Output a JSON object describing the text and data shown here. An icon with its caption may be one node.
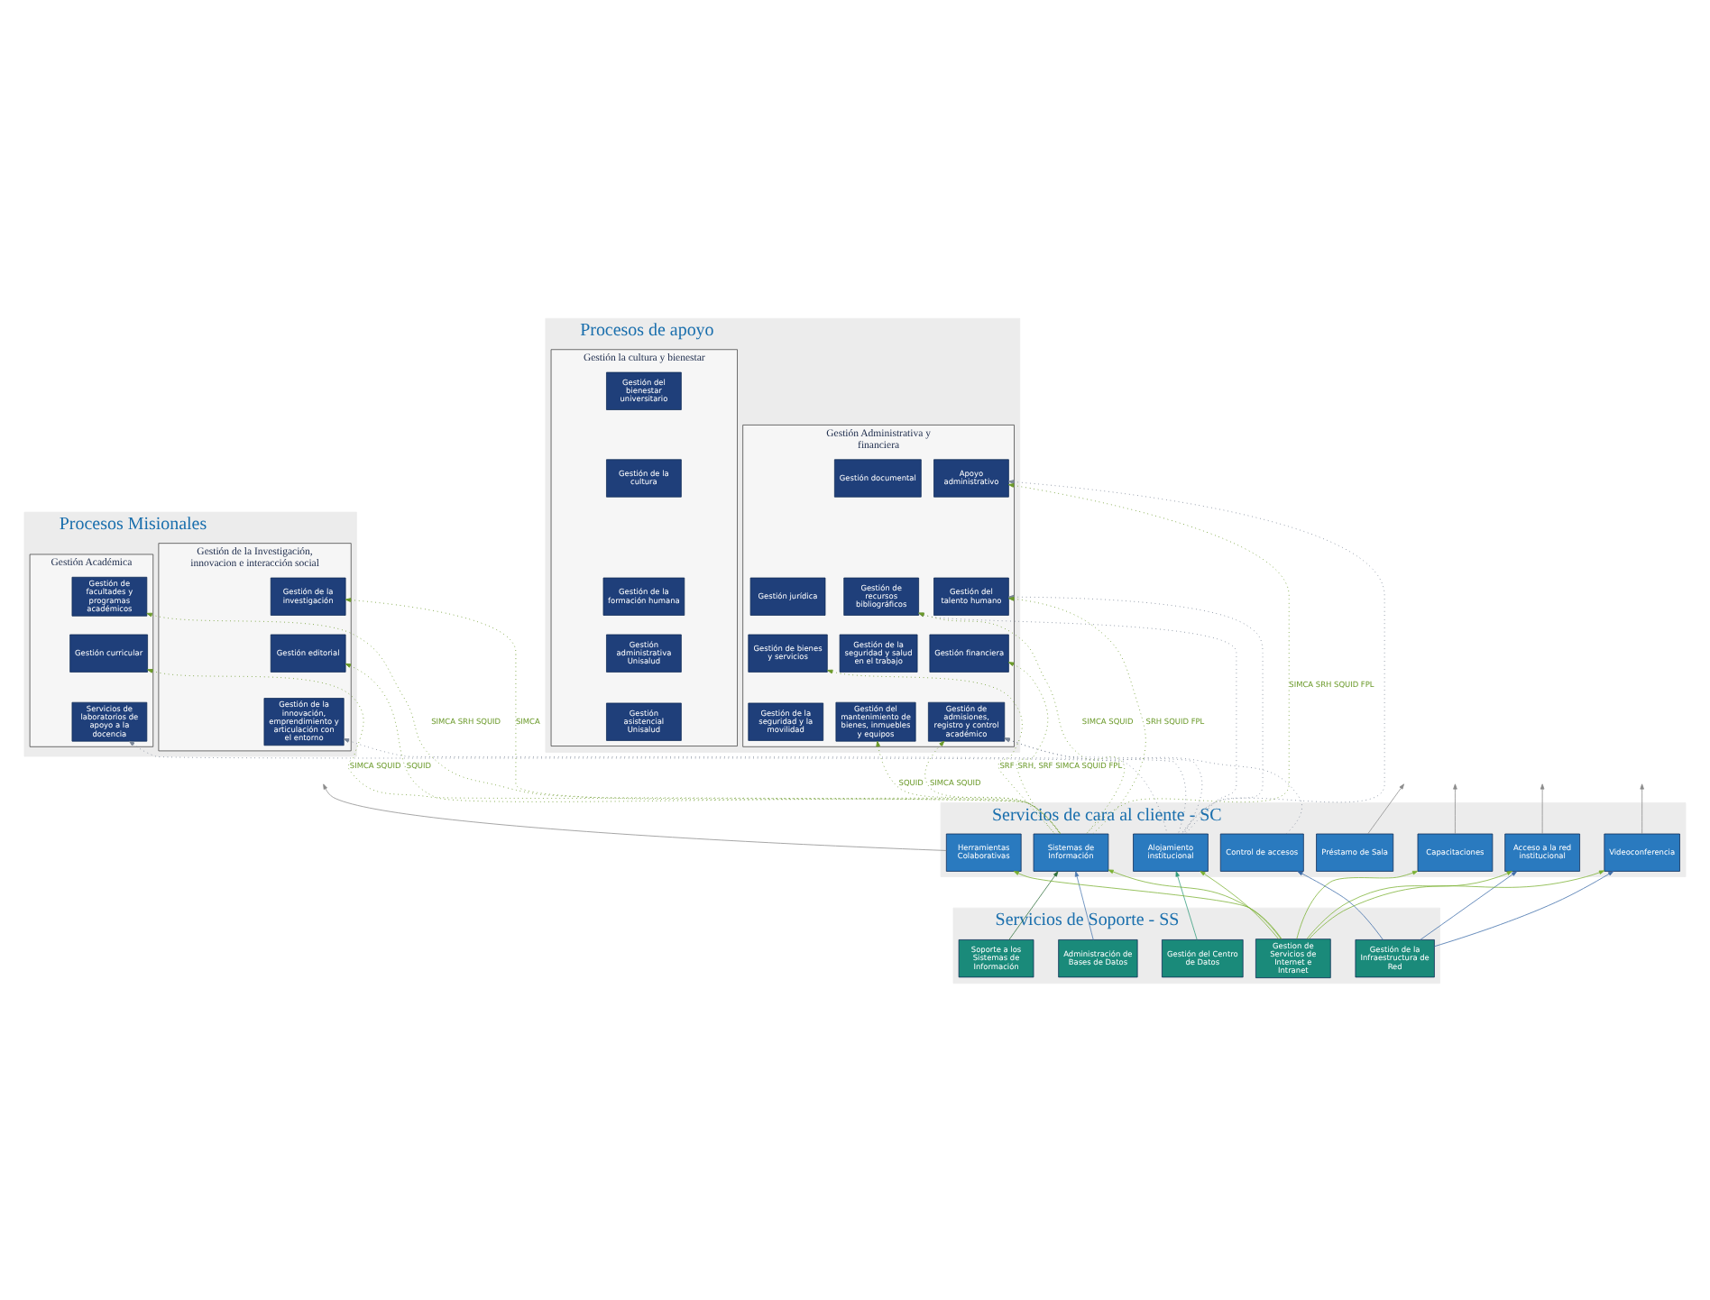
{
  "diagram": {
    "nodes": [
      {
        "text": [
          "Procesos Misionales"
        ]
      },
      {
        "text": [
          "Gestión Académica"
        ],
        "in": 0
      },
      {
        "text": [
          "Gestión de facultades y programas académicos"
        ],
        "in": 1
      },
      {
        "text": [
          "Gestión curricular"
        ],
        "in": 1
      },
      {
        "text": [
          "Servicios de laboratorios de apoyo a la docencia"
        ],
        "in": 1
      },
      {
        "text": [
          "Gestión de la Investigación, innovacion e interacción social"
        ],
        "in": 0
      },
      {
        "text": [
          "Gestión de la investigación"
        ],
        "in": 5
      },
      {
        "text": [
          "Gestión editorial"
        ],
        "in": 5
      },
      {
        "text": [
          "Gestión de la innovación, emprendimiento y articulación con el entorno"
        ],
        "in": 5
      },
      {
        "text": [
          "Procesos de apoyo"
        ]
      },
      {
        "text": [
          "Gestión la cultura y bienestar"
        ],
        "in": 9
      },
      {
        "text": [
          "Gestión del bienestar universitario"
        ],
        "in": 10
      },
      {
        "text": [
          "Gestión de la cultura"
        ],
        "in": 10
      },
      {
        "text": [
          "Gestión de la formación humana"
        ],
        "in": 10
      },
      {
        "text": [
          "Gestión administrativa Unisalud"
        ],
        "in": 10
      },
      {
        "text": [
          "Gestión asistencial Unisalud"
        ],
        "in": 10
      },
      {
        "text": [
          "Gestión Administrativa y financiera"
        ],
        "in": 9
      },
      {
        "text": [
          "Apoyo administrativo"
        ],
        "in": 16
      },
      {
        "text": [
          "Gestión del talento humano"
        ],
        "in": 16
      },
      {
        "text": [
          "Gestión financiera"
        ],
        "in": 16
      },
      {
        "text": [
          "Gestión del mantenimiento de bienes, inmuebles y equipos"
        ],
        "in": 16
      },
      {
        "text": [
          "Gestión documental"
        ],
        "in": 16
      },
      {
        "text": [
          "Gestión de recursos bibliográficos"
        ],
        "in": 16
      },
      {
        "text": [
          "Gestión de la seguridad y salud en el trabajo"
        ],
        "in": 16
      },
      {
        "text": [
          "Gestión de admisiones, registro y control académico"
        ],
        "in": 16
      },
      {
        "text": [
          "Gestión jurídica"
        ],
        "in": 16
      },
      {
        "text": [
          "Gestión de bienes y servicios"
        ],
        "in": 16
      },
      {
        "text": [
          "Gestión de la seguridad y la movilidad"
        ],
        "in": 16
      },
      {
        "text": [
          "Servicios de cara al cliente - SC"
        ]
      },
      {
        "text": [
          "Alojamiento institucional"
        ],
        "in": 28
      },
      {
        "text": [
          "Sistemas de Información"
        ],
        "in": 28
      },
      {
        "text": [
          "Préstamo de Sala"
        ],
        "in": 28
      },
      {
        "text": [
          "Capacitaciones"
        ],
        "in": 28
      },
      {
        "text": [
          "Herramientas Colaborativas"
        ],
        "in": 28
      },
      {
        "text": [
          "Acceso a la red institucional"
        ],
        "in": 28
      },
      {
        "text": [
          "Videoconferencia"
        ],
        "in": 28
      },
      {
        "text": [
          "Control de accesos"
        ],
        "in": 28
      },
      {
        "text": [
          "Servicios de Soporte - SS"
        ]
      },
      {
        "text": [
          "Gestión del Centro de Datos"
        ],
        "in": 37
      },
      {
        "text": [
          "Administración de Bases de Datos"
        ],
        "in": 37
      },
      {
        "text": [
          "Soporte a los Sistemas de Información"
        ],
        "in": 37
      },
      {
        "text": [
          "Gestion de Servicios de Internet e Intranet"
        ],
        "in": 37
      },
      {
        "text": [
          "Gestión de la Infraestructura de Red"
        ],
        "in": 37
      }
    ],
    "edges": [
      {
        "from": 30,
        "to": 2,
        "arrow": "to",
        "label": "SIMCA SRH SQUID",
        "style": "dashed",
        "color": "#6b9a2a"
      },
      {
        "from": 30,
        "to": 3,
        "arrow": "to",
        "label": "SIMCA SQUID",
        "style": "dashed",
        "color": "#6b9a2a"
      },
      {
        "from": 30,
        "to": 6,
        "arrow": "to",
        "label": "SIMCA",
        "style": "dashed",
        "color": "#6b9a2a"
      },
      {
        "from": 30,
        "to": 7,
        "arrow": "to",
        "label": "SQUID",
        "style": "dashed",
        "color": "#6b9a2a"
      },
      {
        "from": 30,
        "to": 17,
        "arrow": "to",
        "label": "SIMCA SRH SQUID FPL",
        "style": "dashed",
        "color": "#6b9a2a"
      },
      {
        "from": 30,
        "to": 18,
        "arrow": "to",
        "label": "SRH SQUID FPL",
        "style": "dashed",
        "color": "#6b9a2a"
      },
      {
        "from": 30,
        "to": 19,
        "arrow": "to",
        "label": "SRH, SRF SIMCA SQUID FPL",
        "style": "dashed",
        "color": "#6b9a2a"
      },
      {
        "from": 30,
        "to": 20,
        "arrow": "to",
        "label": "SQUID",
        "style": "dashed",
        "color": "#6b9a2a"
      },
      {
        "from": 30,
        "to": 22,
        "arrow": "to",
        "label": "SIMCA SQUID",
        "style": "dashed",
        "color": "#6b9a2a"
      },
      {
        "from": 30,
        "to": 24,
        "arrow": "to",
        "label": "SIMCA SQUID",
        "style": "dashed",
        "color": "#6b9a2a"
      },
      {
        "from": 30,
        "to": 26,
        "arrow": "to",
        "label": "SRF",
        "style": "dashed",
        "color": "#6b9a2a"
      },
      {
        "from": 29,
        "to": 4,
        "arrow": "to",
        "style": "dashed",
        "color": "#7a8696"
      },
      {
        "from": 29,
        "to": 8,
        "arrow": "to",
        "style": "dashed",
        "color": "#7a8696"
      },
      {
        "from": 29,
        "to": 17,
        "arrow": "to",
        "style": "dashed",
        "color": "#7a8696"
      },
      {
        "from": 29,
        "to": 18,
        "arrow": "to",
        "style": "dashed",
        "color": "#7a8696"
      },
      {
        "from": 29,
        "to": 22,
        "arrow": "to",
        "style": "dashed",
        "color": "#7a8696"
      },
      {
        "from": 29,
        "to": 24,
        "arrow": "to",
        "style": "dashed",
        "color": "#7a8696"
      },
      {
        "from": 36,
        "to": 24,
        "arrow": "to",
        "style": "dashed",
        "color": "#7a8696"
      },
      {
        "from": 31,
        "to": null,
        "arrow": "to",
        "color": "#8a8a8a"
      },
      {
        "from": 32,
        "to": null,
        "arrow": "to",
        "color": "#8a8a8a"
      },
      {
        "from": 33,
        "to": null,
        "arrow": "to",
        "color": "#8a8a8a"
      },
      {
        "from": 34,
        "to": null,
        "arrow": "to",
        "color": "#8a8a8a"
      },
      {
        "from": 35,
        "to": null,
        "arrow": "to",
        "color": "#8a8a8a"
      },
      {
        "from": 38,
        "to": 29,
        "arrow": "to",
        "color": "#2e9a7a"
      },
      {
        "from": 39,
        "to": 30,
        "arrow": "to",
        "color": "#4a78b0"
      },
      {
        "from": 40,
        "to": 30,
        "arrow": "to",
        "color": "#2e6e3a"
      },
      {
        "from": 41,
        "to": 29,
        "arrow": "to",
        "color": "#7ab030"
      },
      {
        "from": 41,
        "to": 30,
        "arrow": "to",
        "color": "#7ab030"
      },
      {
        "from": 41,
        "to": 32,
        "arrow": "to",
        "color": "#7ab030"
      },
      {
        "from": 41,
        "to": 33,
        "arrow": "to",
        "color": "#7ab030"
      },
      {
        "from": 41,
        "to": 34,
        "arrow": "to",
        "color": "#7ab030"
      },
      {
        "from": 41,
        "to": 35,
        "arrow": "to",
        "color": "#7ab030"
      },
      {
        "from": 42,
        "to": 34,
        "arrow": "to",
        "color": "#3a6aa8"
      },
      {
        "from": 42,
        "to": 35,
        "arrow": "to",
        "color": "#3a6aa8"
      },
      {
        "from": 42,
        "to": 36,
        "arrow": "to",
        "color": "#3a6aa8"
      }
    ]
  }
}
